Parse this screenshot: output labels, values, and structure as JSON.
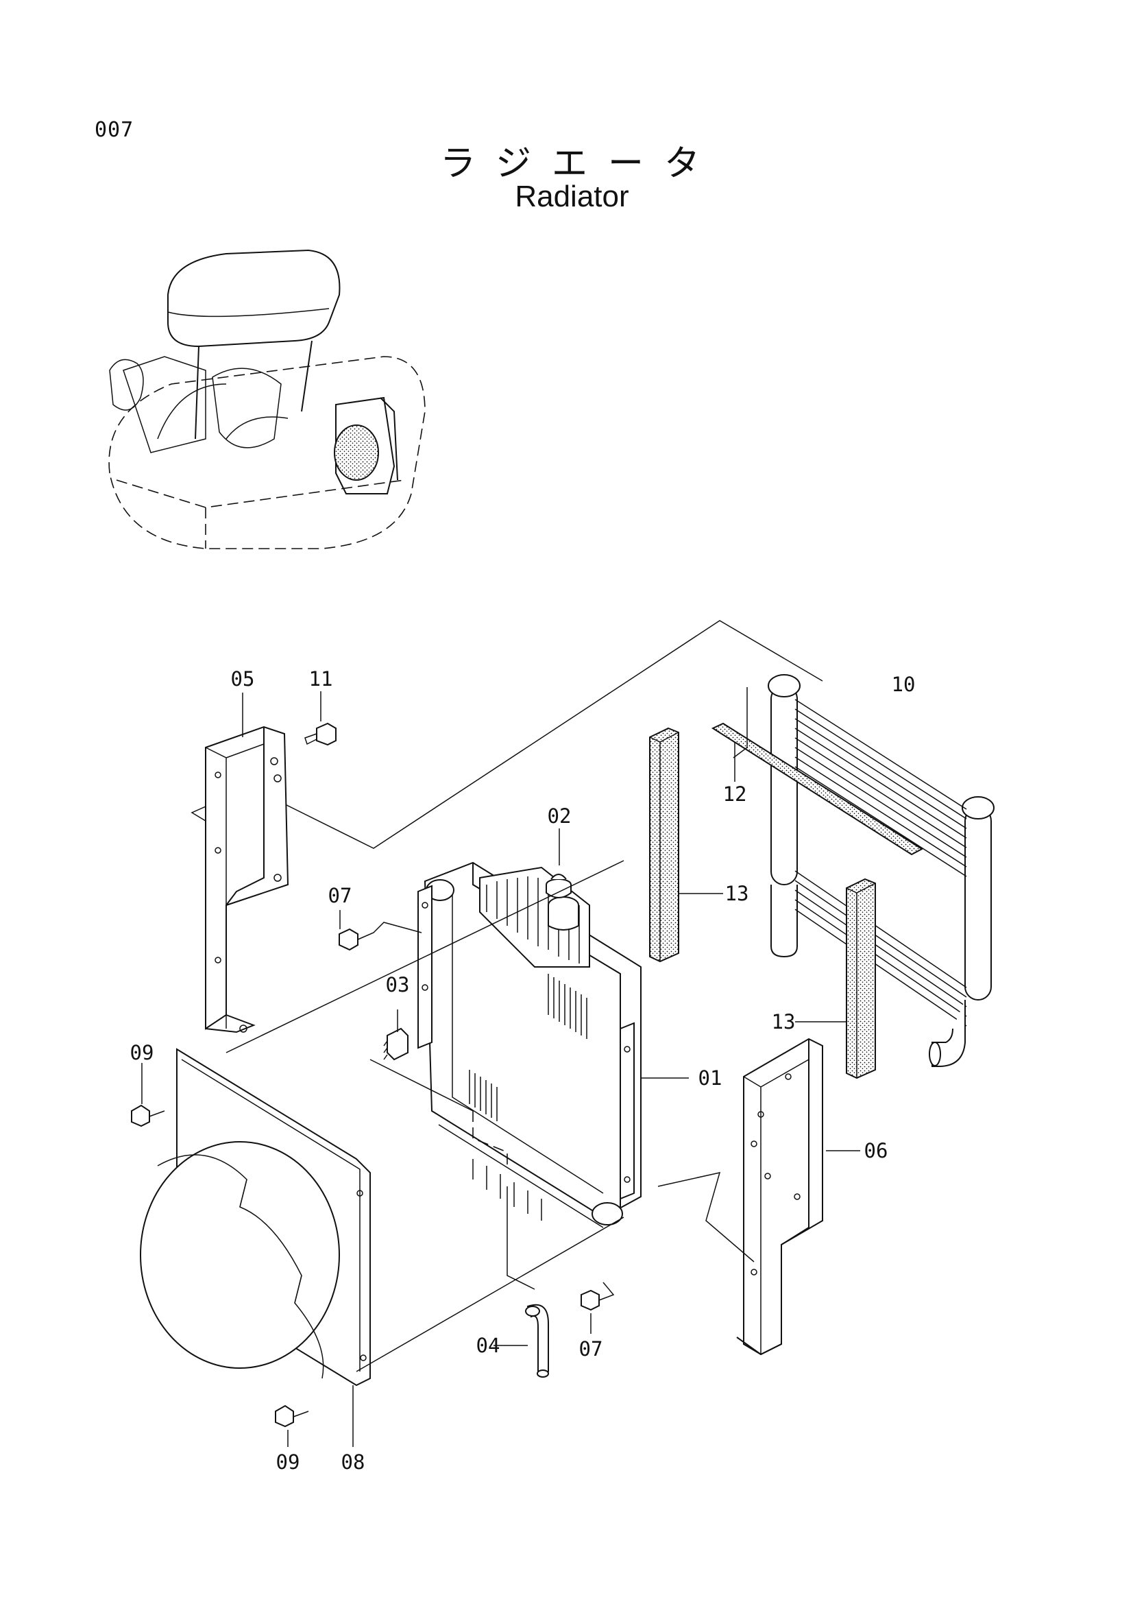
{
  "page": {
    "number": "007"
  },
  "title": {
    "japanese": "ラジエータ",
    "english": "Radiator"
  },
  "callouts": [
    {
      "id": "c-01",
      "text": "01"
    },
    {
      "id": "c-02",
      "text": "02"
    },
    {
      "id": "c-03",
      "text": "03"
    },
    {
      "id": "c-04",
      "text": "04"
    },
    {
      "id": "c-05",
      "text": "05"
    },
    {
      "id": "c-06",
      "text": "06"
    },
    {
      "id": "c-07a",
      "text": "07"
    },
    {
      "id": "c-07b",
      "text": "07"
    },
    {
      "id": "c-08",
      "text": "08"
    },
    {
      "id": "c-09a",
      "text": "09"
    },
    {
      "id": "c-09b",
      "text": "09"
    },
    {
      "id": "c-10",
      "text": "10"
    },
    {
      "id": "c-11",
      "text": "11"
    },
    {
      "id": "c-12",
      "text": "12"
    },
    {
      "id": "c-13a",
      "text": "13"
    },
    {
      "id": "c-13b",
      "text": "13"
    }
  ]
}
